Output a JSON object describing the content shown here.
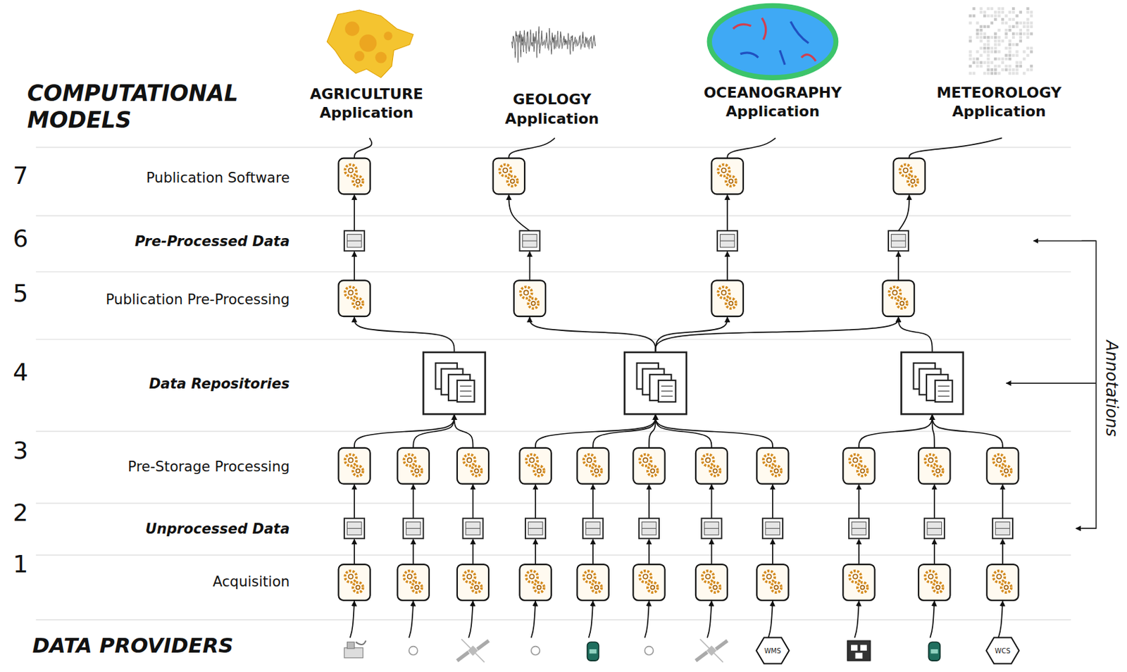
{
  "diagram": {
    "nodes": [
      {
        "text": [
          "AGRICULTURE Application"
        ]
      },
      {
        "text": [
          "GEOLOGY Application"
        ]
      },
      {
        "text": [
          "OCEANOGRAPHY Application"
        ]
      },
      {
        "text": [
          "METEOROLOGY Application"
        ]
      },
      {
        "text": [
          "WMS"
        ]
      },
      {
        "text": [
          "WCS"
        ]
      }
    ],
    "labels": [
      "COMPUTATIONAL MODELS",
      "7",
      "Publication Software",
      "6",
      "Pre-Processed Data",
      "5",
      "Publication Pre-Processing",
      "4",
      "Data Repositories",
      "3",
      "Pre-Storage Processing",
      "2",
      "Unprocessed Data",
      "1",
      "Acquisition",
      "DATA PROVIDERS",
      "Annotations"
    ]
  }
}
